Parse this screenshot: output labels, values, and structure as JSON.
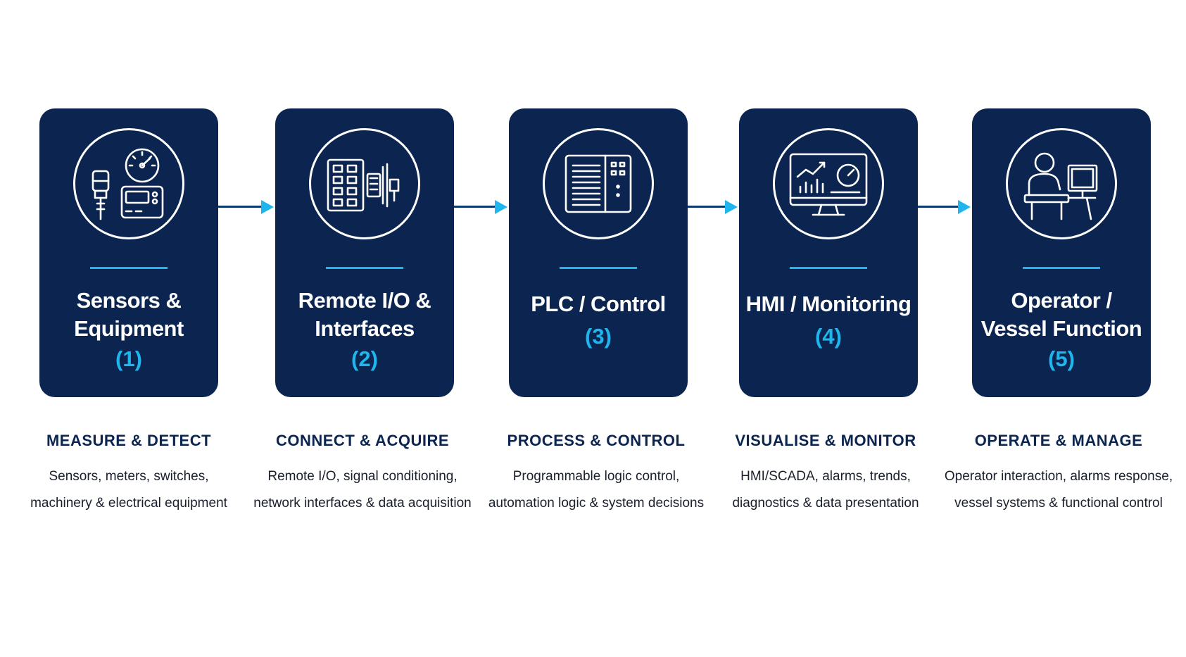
{
  "colors": {
    "card_bg": "#0b2550",
    "accent": "#1fb6ee",
    "connector": "#0b3a6e",
    "heading": "#0b2550",
    "body_text": "#1a1f2b"
  },
  "steps": [
    {
      "title": "Sensors & Equipment",
      "title_lines": [
        "Sensors &",
        "Equipment"
      ],
      "number": "(1)",
      "icon": "sensors-gauge-icon",
      "heading": "MEASURE & DETECT",
      "desc_lines": [
        "Sensors, meters, switches,",
        "machinery & electrical equipment"
      ]
    },
    {
      "title": "Remote I/O & Interfaces",
      "title_lines": [
        "Remote I/O &",
        "Interfaces"
      ],
      "number": "(2)",
      "icon": "remote-io-module-icon",
      "heading": "CONNECT & ACQUIRE",
      "desc_lines": [
        "Remote I/O, signal conditioning,",
        "network interfaces & data acquisition"
      ]
    },
    {
      "title": "PLC / Control",
      "title_lines": [
        "PLC / Control"
      ],
      "number": "(3)",
      "icon": "plc-controller-icon",
      "heading": "PROCESS & CONTROL",
      "desc_lines": [
        "Programmable logic control,",
        "automation logic & system decisions"
      ]
    },
    {
      "title": "HMI / Monitoring",
      "title_lines": [
        "HMI / Monitoring"
      ],
      "number": "(4)",
      "icon": "monitor-dashboard-icon",
      "heading": "VISUALISE & MONITOR",
      "desc_lines": [
        "HMI/SCADA, alarms, trends,",
        "diagnostics & data presentation"
      ]
    },
    {
      "title": "Operator / Vessel Function",
      "title_lines": [
        "Operator /",
        "Vessel Function"
      ],
      "number": "(5)",
      "icon": "operator-workstation-icon",
      "heading": "OPERATE & MANAGE",
      "desc_lines": [
        "Operator interaction, alarms response,",
        "vessel systems & functional control"
      ]
    }
  ]
}
